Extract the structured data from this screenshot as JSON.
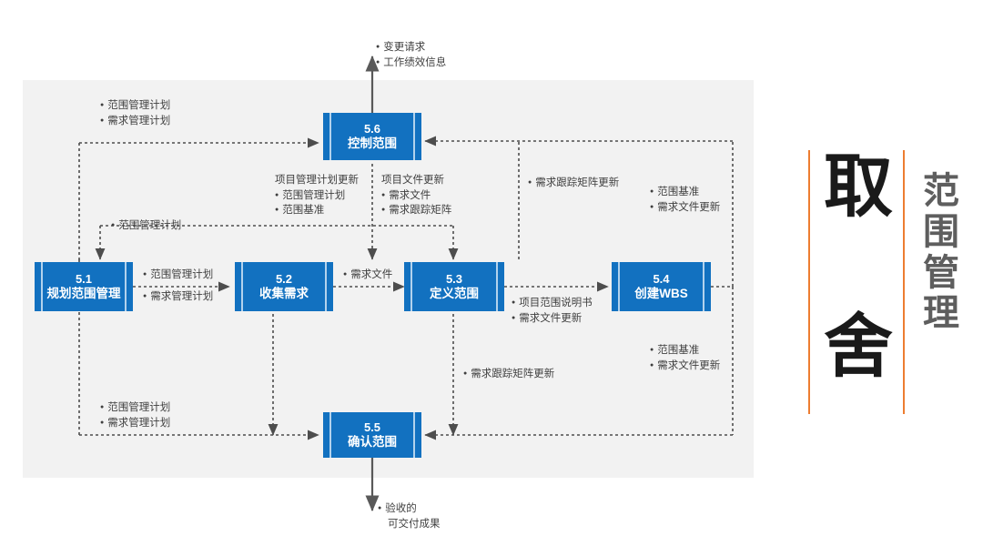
{
  "diagram": {
    "title_vertical_big": [
      "取",
      "舍"
    ],
    "title_vertical_gray": [
      "范",
      "围",
      "管",
      "理"
    ],
    "accent_color": "#ed7d31",
    "box_color": "#1271c0",
    "panel_color": "#f2f2f2",
    "processes": [
      {
        "id": "5.1",
        "num": "5.1",
        "name": "规划范围管理"
      },
      {
        "id": "5.2",
        "num": "5.2",
        "name": "收集需求"
      },
      {
        "id": "5.3",
        "num": "5.3",
        "name": "定义范围"
      },
      {
        "id": "5.4",
        "num": "5.4",
        "name": "创建WBS"
      },
      {
        "id": "5.5",
        "num": "5.5",
        "name": "确认范围"
      },
      {
        "id": "5.6",
        "num": "5.6",
        "name": "控制范围"
      }
    ],
    "labels": {
      "top_output": {
        "items": [
          "变更请求",
          "工作绩效信息"
        ]
      },
      "topleft_plan": {
        "items": [
          "范围管理计划",
          "需求管理计划"
        ]
      },
      "scope_plan_single": {
        "items": [
          "范围管理计划"
        ]
      },
      "pm_plan_update": {
        "header": "项目管理计划更新",
        "items": [
          "范围管理计划",
          "范围基准"
        ]
      },
      "project_doc_update": {
        "header": "项目文件更新",
        "items": [
          "需求文件",
          "需求跟踪矩阵"
        ]
      },
      "rtm_update_top": {
        "items": [
          "需求跟踪矩阵更新"
        ]
      },
      "baseline_docupd_top": {
        "items": [
          "范围基准",
          "需求文件更新"
        ]
      },
      "plan_to_52": {
        "items": [
          "范围管理计划",
          "需求管理计划"
        ]
      },
      "req_doc": {
        "items": [
          "需求文件"
        ]
      },
      "scope_stmt": {
        "items": [
          "项目范围说明书",
          "需求文件更新"
        ]
      },
      "baseline_docupd_bottom": {
        "items": [
          "范围基准",
          "需求文件更新"
        ]
      },
      "rtm_update_bottom": {
        "items": [
          "需求跟踪矩阵更新"
        ]
      },
      "bottomleft_plan": {
        "items": [
          "范围管理计划",
          "需求管理计划"
        ]
      },
      "bottom_output": {
        "lines": [
          "验收的",
          "可交付成果"
        ]
      }
    }
  }
}
